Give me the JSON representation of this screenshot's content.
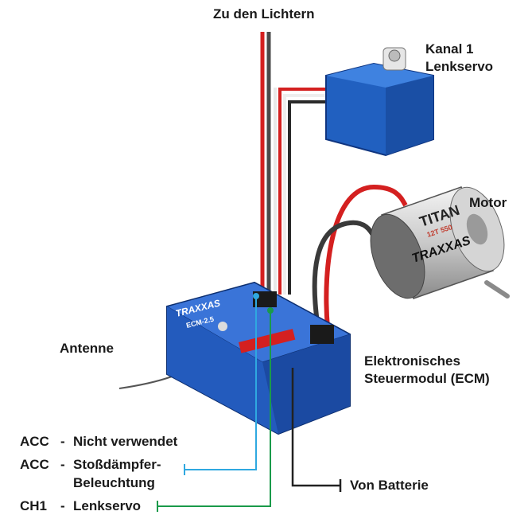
{
  "labels": {
    "lights": "Zu den Lichtern",
    "servo_line1": "Kanal 1",
    "servo_line2": "Lenkservo",
    "motor": "Motor",
    "antenna": "Antenne",
    "ecm_line1": "Elektronisches",
    "ecm_line2": "Steuermodul (ECM)",
    "battery": "Von Batterie"
  },
  "channels": [
    {
      "port": "ACC",
      "sep": "-",
      "desc": "Nicht verwendet"
    },
    {
      "port": "ACC",
      "sep": "-",
      "desc": "Stoßdämpfer-",
      "desc2": "Beleuchtung"
    },
    {
      "port": "CH1",
      "sep": "-",
      "desc": "Lenkservo"
    }
  ],
  "device_text": {
    "ecm_brand": "TRAXXAS",
    "ecm_model": "ECM-2.5",
    "motor_brand": "TITAN",
    "motor_model": "12T 550",
    "motor_logo": "TRAXXAS"
  },
  "colors": {
    "acc_line": "#2fa8e0",
    "ch1_line": "#1a9a4a",
    "battery_line": "#222222",
    "ecm_body": "#1f57b8",
    "servo_body": "#2160c0",
    "wire_red": "#d42020"
  }
}
